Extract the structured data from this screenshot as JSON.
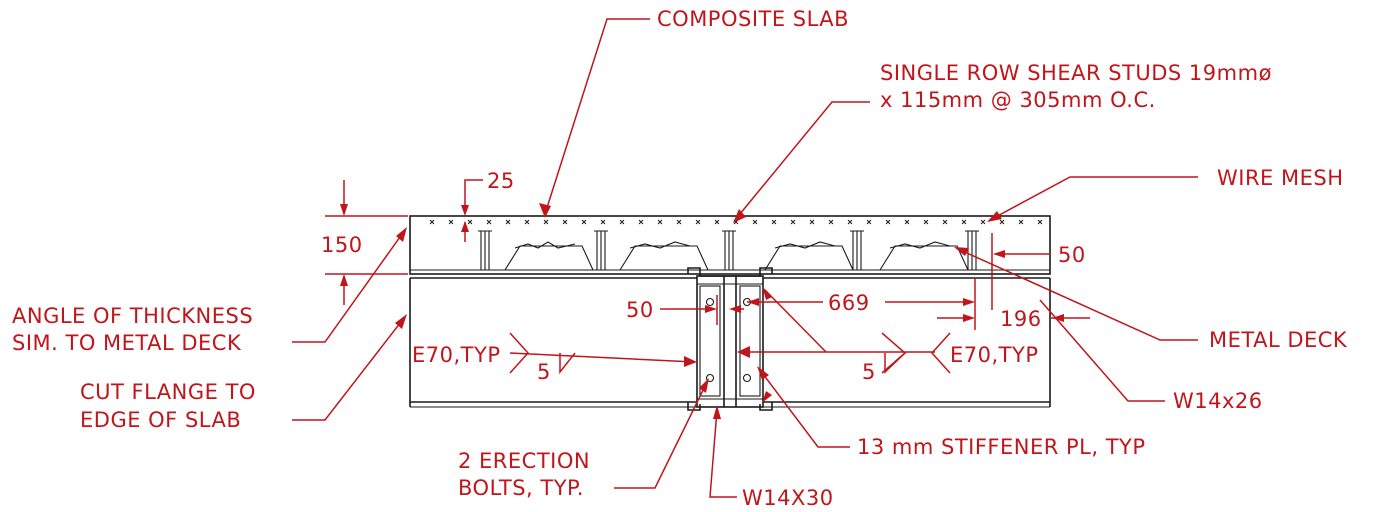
{
  "colors": {
    "annotation": "#c0151b",
    "linework": "#1a1a1a",
    "background": "#ffffff"
  },
  "labels": {
    "composite_slab": "COMPOSITE SLAB",
    "shear_studs_1": "SINGLE ROW SHEAR STUDS 19mmø",
    "shear_studs_2": "x 115mm @ 305mm O.C.",
    "wire_mesh": "WIRE MESH",
    "metal_deck": "METAL DECK",
    "angle_1": "ANGLE OF THICKNESS",
    "angle_2": "SIM. TO METAL DECK",
    "cut_flange_1": "CUT FLANGE TO",
    "cut_flange_2": "EDGE OF SLAB",
    "erection_bolts_1": "2 ERECTION",
    "erection_bolts_2": "BOLTS, TYP.",
    "stiffener": "13 mm STIFFENER PL, TYP",
    "w14x30": "W14X30",
    "w14x26": "W14x26",
    "weld_left": "E70,TYP",
    "weld_right": "E70,TYP",
    "weld_size_left": "5",
    "weld_size_right": "5"
  },
  "dimensions": {
    "slab_depth": "150",
    "mesh_cover": "25",
    "edge_dist_right": "50",
    "gap_left": "50",
    "beam_length": "669",
    "stud_offset": "196"
  }
}
